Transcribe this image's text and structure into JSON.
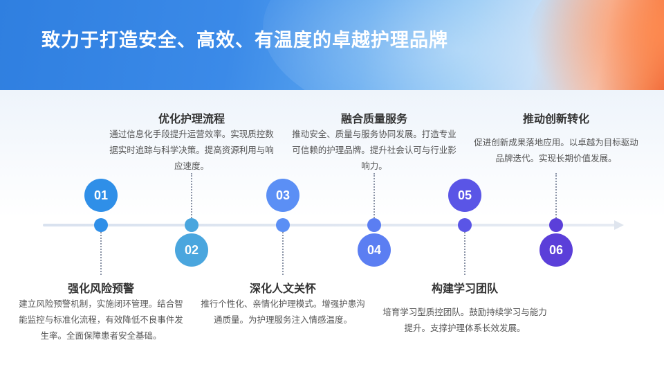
{
  "page": {
    "title": "致力于打造安全、高效、有温度的卓越护理品牌"
  },
  "colors": {
    "s1": "#2f8fe8",
    "s2": "#4aa6de",
    "s3": "#5b8ff5",
    "s4": "#5b7ef2",
    "s5": "#5a55e6",
    "s6": "#5b3fd9"
  },
  "steps": [
    {
      "number": "01",
      "heading": "强化风险预警",
      "description": "建立风险预警机制，实施闭环管理。结合智能监控与标准化流程，有效降低不良事件发生率。全面保障患者安全基础。"
    },
    {
      "number": "02",
      "heading": "优化护理流程",
      "description": "通过信息化手段提升运营效率。实现质控数据实时追踪与科学决策。提高资源利用与响应速度。"
    },
    {
      "number": "03",
      "heading": "深化人文关怀",
      "description": "推行个性化、亲情化护理模式。增强护患沟通质量。为护理服务注入情感温度。"
    },
    {
      "number": "04",
      "heading": "融合质量服务",
      "description": "推动安全、质量与服务协同发展。打造专业可信赖的护理品牌。提升社会认可与行业影响力。"
    },
    {
      "number": "05",
      "heading": "构建学习团队",
      "description": "培育学习型质控团队。鼓励持续学习与能力提升。支撑护理体系长效发展。"
    },
    {
      "number": "06",
      "heading": "推动创新转化",
      "description": "促进创新成果落地应用。以卓越为目标驱动品牌迭代。实现长期价值发展。"
    }
  ]
}
